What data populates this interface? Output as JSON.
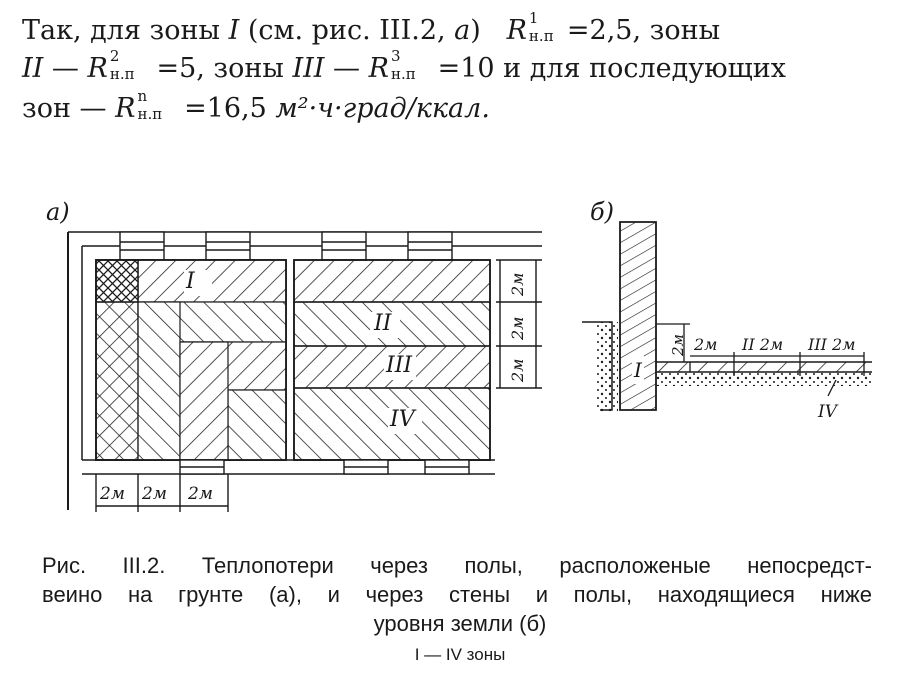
{
  "paragraph": {
    "line1": {
      "prefix": "Так, для зоны ",
      "zone": "I",
      "mid": " (см.  рис. III.2, ",
      "fig": "а",
      "close": ")",
      "r_sup": "1",
      "r_sub": "н.п",
      "value": "=2,5,",
      "suffix": "  зоны"
    },
    "line2": {
      "zone2": "II",
      "dash": " — ",
      "r2_sup": "2",
      "r2_sub": "н.п",
      "value2": " =5,",
      "mid": " зоны ",
      "zone3": "III",
      "dash2": " — ",
      "r3_sup": "3",
      "r3_sub": "н.п",
      "value3": " =10",
      "suffix": " и для последующих"
    },
    "line3": {
      "prefix": "зон — ",
      "rn_sup": "n",
      "rn_sub": "н.п",
      "value": " =16,5 ",
      "unit": "м²·ч·град/ккал."
    },
    "r_symbol": "R"
  },
  "figure_a": {
    "label": "а)",
    "zones": [
      "I",
      "II",
      "III",
      "IV"
    ],
    "dims_side": [
      "2м",
      "2м",
      "2м"
    ],
    "dims_bottom": [
      "2м",
      "2м",
      "2м"
    ]
  },
  "figure_b": {
    "label": "б)",
    "zone_wall": "I",
    "dim_vertical": "2м",
    "floor_labels": [
      "2м",
      "II 2м",
      "III 2м"
    ],
    "zone_below": "IV"
  },
  "caption": {
    "line1": "Рис. III.2. Теплопотери через полы, расположеные непосредст-",
    "line2": "веино на грунте (а), и через стены  и  полы, находящиеся ниже",
    "line3": "уровня земли (б)",
    "line4": "I — IV  зоны"
  },
  "colors": {
    "ink": "#1a1a1a",
    "paper": "#ffffff"
  }
}
